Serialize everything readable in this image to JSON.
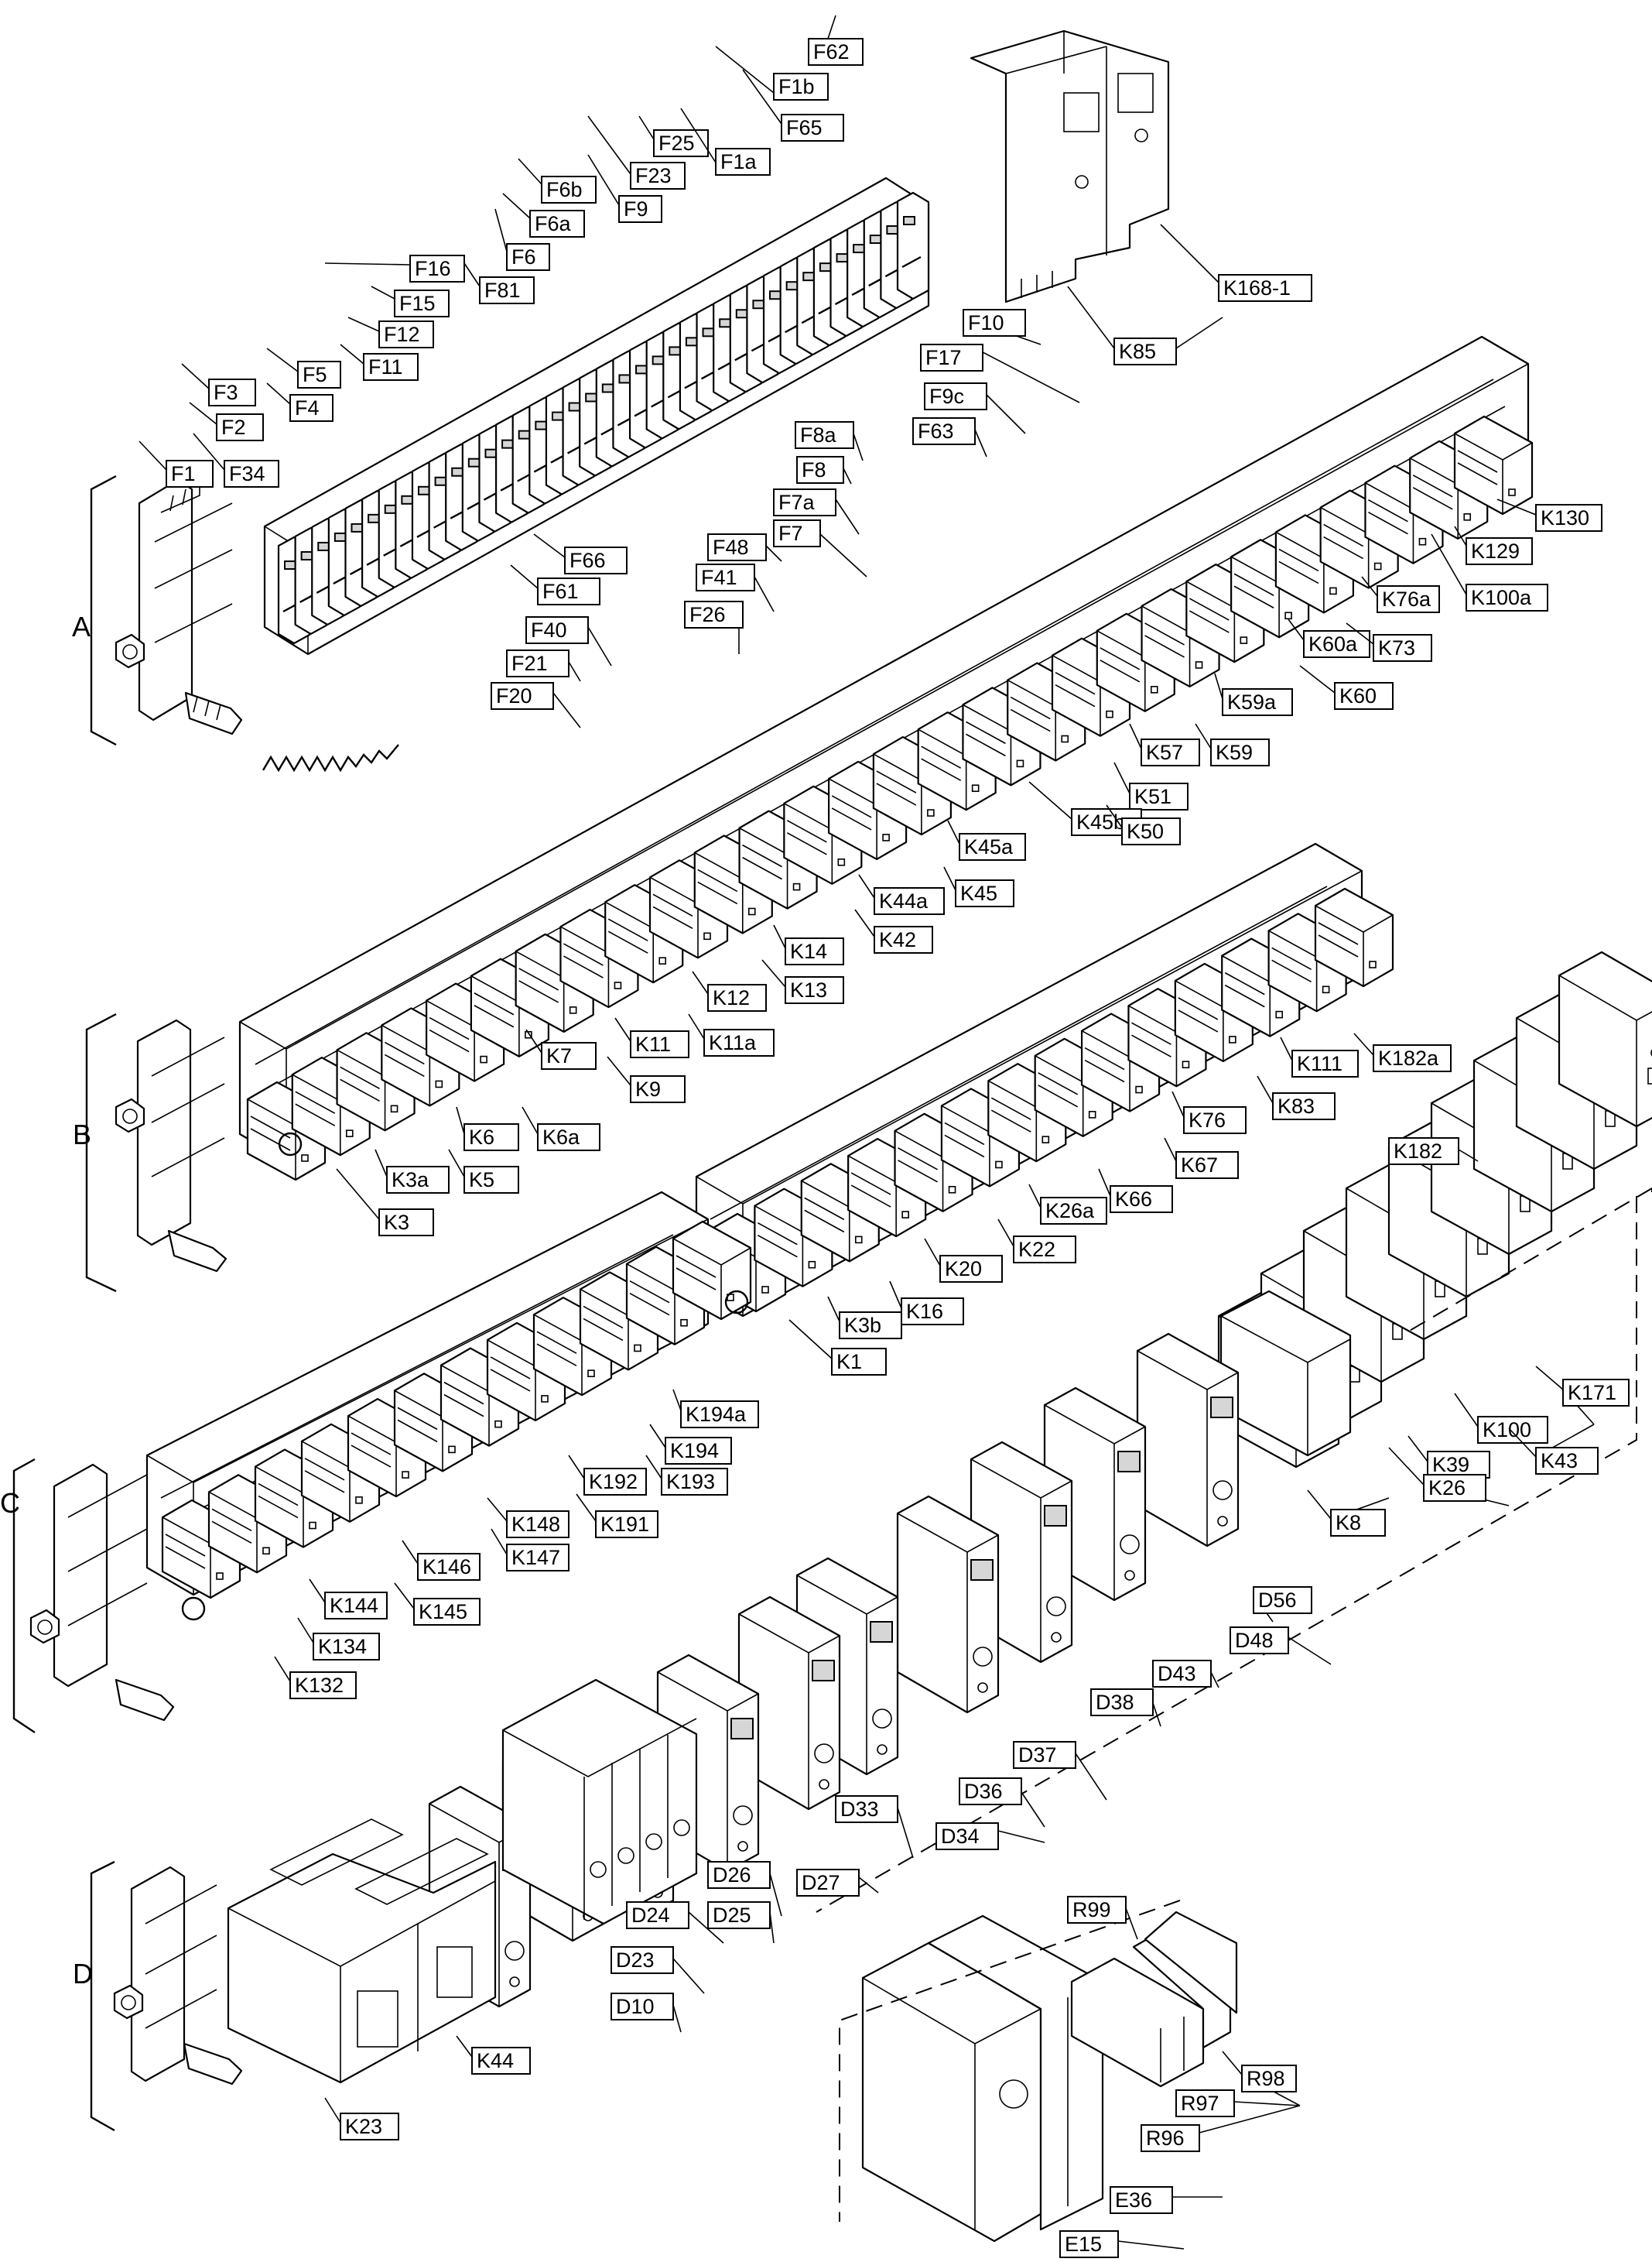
{
  "groups": [
    "A",
    "B",
    "C",
    "D"
  ],
  "labels": {
    "F62": "F62",
    "F1b": "F1b",
    "F65": "F65",
    "F25": "F25",
    "F1a": "F1a",
    "F23": "F23",
    "F6b": "F6b",
    "F9": "F9",
    "F6a": "F6a",
    "F6": "F6",
    "F16": "F16",
    "F81": "F81",
    "F15": "F15",
    "F12": "F12",
    "F11": "F11",
    "F10": "F10",
    "F17": "F17",
    "F5": "F5",
    "F3": "F3",
    "F4": "F4",
    "F9c": "F9c",
    "F2": "F2",
    "F63": "F63",
    "F8a": "F8a",
    "F1": "F1",
    "F34": "F34",
    "F8": "F8",
    "F7a": "F7a",
    "F66": "F66",
    "F48": "F48",
    "F7": "F7",
    "F61": "F61",
    "F41": "F41",
    "F40": "F40",
    "F26": "F26",
    "F21": "F21",
    "F20": "F20",
    "K168-1": "K168-1",
    "K85": "K85",
    "K130": "K130",
    "K129": "K129",
    "K76a": "K76a",
    "K100a": "K100a",
    "K60a": "K60a",
    "K73": "K73",
    "K60": "K60",
    "K59a": "K59a",
    "K57": "K57",
    "K59": "K59",
    "K51": "K51",
    "K45b": "K45b",
    "K50": "K50",
    "K45a": "K45a",
    "K45": "K45",
    "K44a": "K44a",
    "K42": "K42",
    "K14": "K14",
    "K13": "K13",
    "K12": "K12",
    "K11": "K11",
    "K11a": "K11a",
    "K7": "K7",
    "K9": "K9",
    "K6": "K6",
    "K6a": "K6a",
    "K3a": "K3a",
    "K5": "K5",
    "K3": "K3",
    "K111": "K111",
    "K182a": "K182a",
    "K83": "K83",
    "K76": "K76",
    "K67": "K67",
    "K26a": "K26a",
    "K66": "K66",
    "K22": "K22",
    "K20": "K20",
    "K16": "K16",
    "K3b": "K3b",
    "K1": "K1",
    "K182": "K182",
    "K171": "K171",
    "K100": "K100",
    "K43": "K43",
    "K39": "K39",
    "K26": "K26",
    "K8": "K8",
    "D56": "D56",
    "D48": "D48",
    "D43": "D43",
    "D38": "D38",
    "D37": "D37",
    "D36": "D36",
    "D34": "D34",
    "D33": "D33",
    "D27": "D27",
    "D26": "D26",
    "D24": "D24",
    "D25": "D25",
    "D23": "D23",
    "D10": "D10",
    "K194a": "K194a",
    "K194": "K194",
    "K192": "K192",
    "K193": "K193",
    "K148": "K148",
    "K191": "K191",
    "K147": "K147",
    "K146": "K146",
    "K144": "K144",
    "K145": "K145",
    "K134": "K134",
    "K132": "K132",
    "K44": "K44",
    "K23": "K23",
    "R99": "R99",
    "R98": "R98",
    "R97": "R97",
    "R96": "R96",
    "E36": "E36",
    "E15": "E15"
  }
}
